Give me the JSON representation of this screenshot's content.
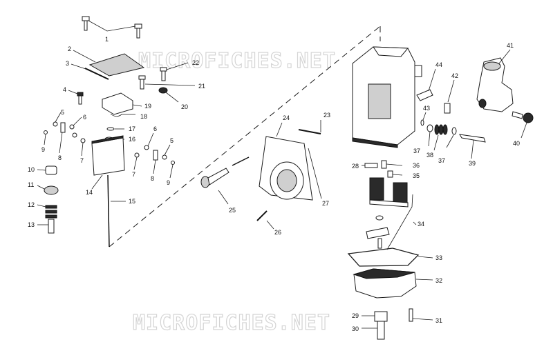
{
  "watermark": "MICROFICHES.NET",
  "callouts": [
    {
      "id": "c1",
      "label": "1"
    },
    {
      "id": "c2",
      "label": "2"
    },
    {
      "id": "c3",
      "label": "3"
    },
    {
      "id": "c4",
      "label": "4"
    },
    {
      "id": "c5a",
      "label": "5"
    },
    {
      "id": "c5b",
      "label": "5"
    },
    {
      "id": "c6a",
      "label": "6"
    },
    {
      "id": "c6b",
      "label": "6"
    },
    {
      "id": "c7a",
      "label": "7"
    },
    {
      "id": "c7b",
      "label": "7"
    },
    {
      "id": "c8a",
      "label": "8"
    },
    {
      "id": "c8b",
      "label": "8"
    },
    {
      "id": "c9a",
      "label": "9"
    },
    {
      "id": "c9b",
      "label": "9"
    },
    {
      "id": "c10",
      "label": "10"
    },
    {
      "id": "c11",
      "label": "11"
    },
    {
      "id": "c12",
      "label": "12"
    },
    {
      "id": "c13",
      "label": "13"
    },
    {
      "id": "c14",
      "label": "14"
    },
    {
      "id": "c15",
      "label": "15"
    },
    {
      "id": "c16",
      "label": "16"
    },
    {
      "id": "c17",
      "label": "17"
    },
    {
      "id": "c18",
      "label": "18"
    },
    {
      "id": "c19",
      "label": "19"
    },
    {
      "id": "c20",
      "label": "20"
    },
    {
      "id": "c21",
      "label": "21"
    },
    {
      "id": "c22",
      "label": "22"
    },
    {
      "id": "c23",
      "label": "23"
    },
    {
      "id": "c24",
      "label": "24"
    },
    {
      "id": "c25",
      "label": "25"
    },
    {
      "id": "c26",
      "label": "26"
    },
    {
      "id": "c27",
      "label": "27"
    },
    {
      "id": "c28",
      "label": "28"
    },
    {
      "id": "c29",
      "label": "29"
    },
    {
      "id": "c30",
      "label": "30"
    },
    {
      "id": "c31",
      "label": "31"
    },
    {
      "id": "c32",
      "label": "32"
    },
    {
      "id": "c33",
      "label": "33"
    },
    {
      "id": "c34",
      "label": "34"
    },
    {
      "id": "c35",
      "label": "35"
    },
    {
      "id": "c36",
      "label": "36"
    },
    {
      "id": "c37a",
      "label": "37"
    },
    {
      "id": "c37b",
      "label": "37"
    },
    {
      "id": "c38",
      "label": "38"
    },
    {
      "id": "c39",
      "label": "39"
    },
    {
      "id": "c40",
      "label": "40"
    },
    {
      "id": "c41",
      "label": "41"
    },
    {
      "id": "c42",
      "label": "42"
    },
    {
      "id": "c43",
      "label": "43"
    },
    {
      "id": "c44",
      "label": "44"
    }
  ]
}
